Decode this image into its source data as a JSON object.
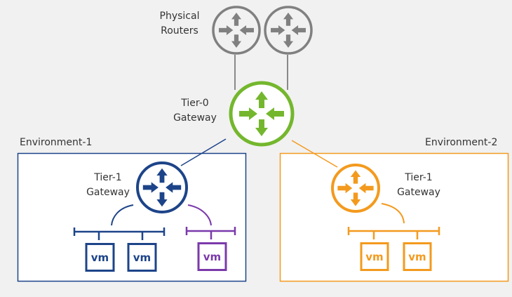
{
  "physical_routers": {
    "label_line1": "Physical",
    "label_line2": "Routers",
    "color": "#808080"
  },
  "tier0": {
    "label_line1": "Tier-0",
    "label_line2": "Gateway",
    "color": "#74b72e"
  },
  "env1": {
    "label": "Environment-1",
    "border_color": "#1d4489",
    "tier1": {
      "label_line1": "Tier-1",
      "label_line2": "Gateway",
      "color": "#1d4489"
    },
    "segments": [
      {
        "color": "#1d4489",
        "vms": [
          "vm",
          "vm"
        ]
      },
      {
        "color": "#7b3aab",
        "vms": [
          "vm"
        ]
      }
    ]
  },
  "env2": {
    "label": "Environment-2",
    "border_color": "#f39a1e",
    "tier1": {
      "label_line1": "Tier-1",
      "label_line2": "Gateway",
      "color": "#f39a1e"
    },
    "segments": [
      {
        "color": "#f39a1e",
        "vms": [
          "vm",
          "vm"
        ]
      }
    ]
  }
}
